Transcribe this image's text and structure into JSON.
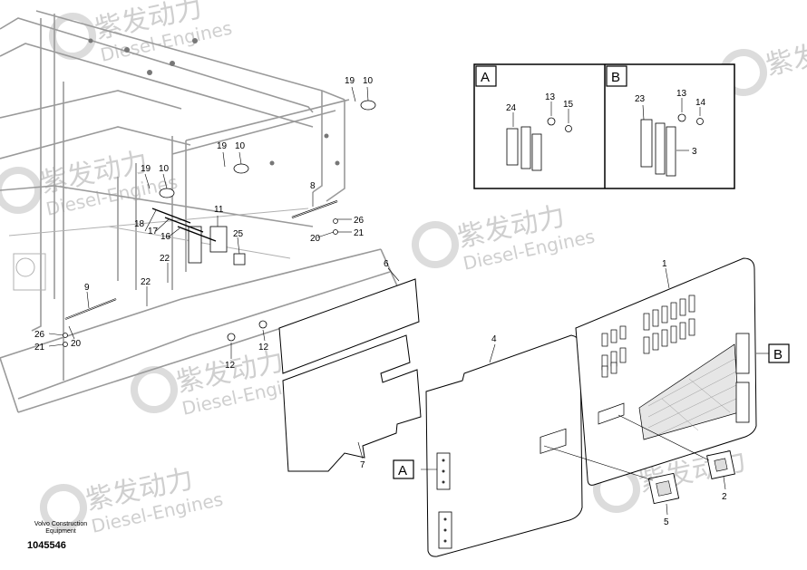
{
  "footer": {
    "brand_line1": "Volvo Construction",
    "brand_line2": "Equipment",
    "drawing_number": "1045546"
  },
  "watermark": {
    "chinese": "紫发动力",
    "english": "Diesel-Engines"
  },
  "detail_views": [
    {
      "letter": "A",
      "parts": [
        "24",
        "13",
        "15"
      ]
    },
    {
      "letter": "B",
      "parts": [
        "23",
        "13",
        "14",
        "3"
      ]
    }
  ],
  "view_markers": [
    "A",
    "B"
  ],
  "part_callouts": [
    "1",
    "2",
    "3",
    "4",
    "5",
    "6",
    "7",
    "8",
    "9",
    "10",
    "11",
    "12",
    "13",
    "14",
    "15",
    "16",
    "17",
    "18",
    "19",
    "20",
    "21",
    "22",
    "23",
    "24",
    "25",
    "26"
  ],
  "colors": {
    "ink": "#000000",
    "frame": "#9a9a9a",
    "watermark": "#cfcfcf"
  }
}
